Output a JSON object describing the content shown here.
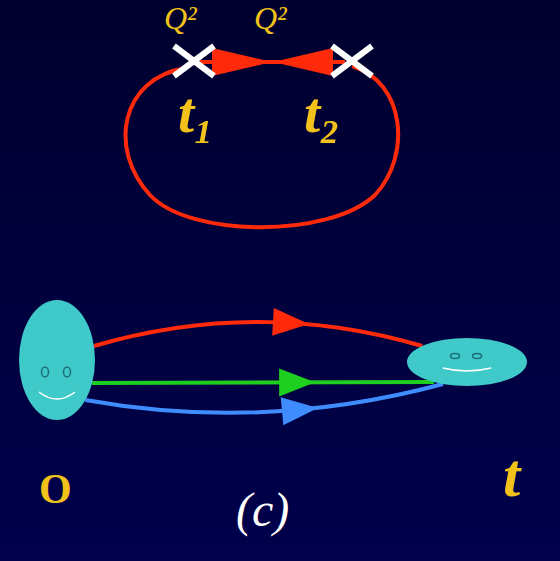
{
  "diagram": {
    "nodes": [
      {
        "text": [
          "O"
        ]
      },
      {
        "text": [
          "t"
        ]
      }
    ],
    "edges": [
      {
        "from": 0,
        "to": 1,
        "arrow": "to"
      },
      {
        "from": 0,
        "to": 1,
        "arrow": "to"
      },
      {
        "from": 0,
        "to": 1,
        "arrow": "to"
      }
    ],
    "labels": [
      "Q²",
      "Q²",
      "t₁",
      "t₂",
      "(c)"
    ]
  }
}
